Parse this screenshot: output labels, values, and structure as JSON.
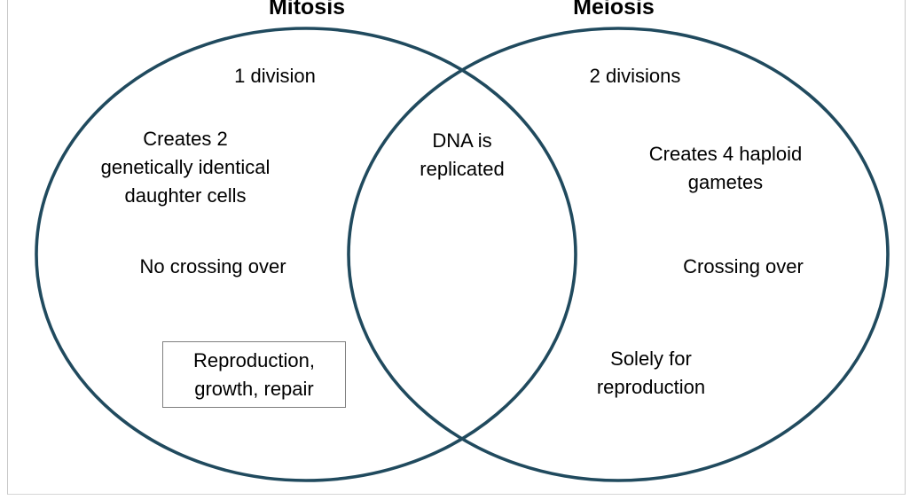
{
  "diagram": {
    "type": "venn",
    "circle_color": "#204a5e",
    "box_border_color": "#7f7f7f",
    "left": {
      "title": "Mitosis",
      "item_division": "1 division",
      "item_daughter_cells": "Creates 2\ngenetically identical\ndaughter cells",
      "item_crossing": "No crossing over",
      "item_purpose": "Reproduction,\ngrowth, repair"
    },
    "shared": {
      "item_dna": "DNA is\nreplicated"
    },
    "right": {
      "title": "Meiosis",
      "item_division": "2 divisions",
      "item_gametes": "Creates 4 haploid\ngametes",
      "item_crossing": "Crossing over",
      "item_purpose": "Solely for\nreproduction"
    }
  }
}
